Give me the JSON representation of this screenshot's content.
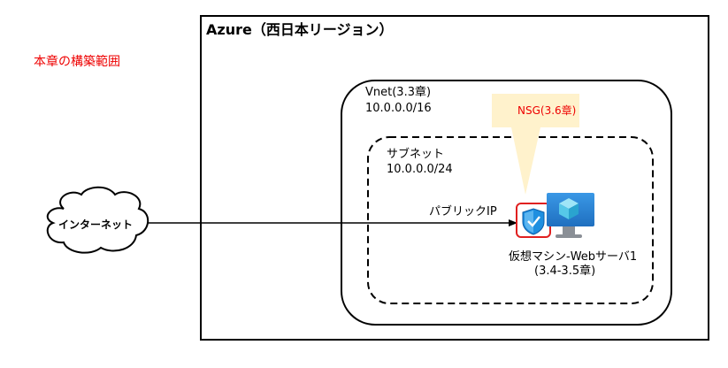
{
  "diagram": {
    "azure_label": "Azure（西日本リージョン）",
    "scope_label": "本章の構築範囲",
    "vnet": {
      "name": "Vnet(3.3章)",
      "cidr": "10.0.0.0/16"
    },
    "subnet": {
      "name": "サブネット",
      "cidr": "10.0.0.0/24"
    },
    "public_ip_label": "パブリックIP",
    "vm": {
      "line1": "仮想マシン-Webサーバ1",
      "line2": "(3.4-3.5章)"
    },
    "nsg_label": "NSG(3.6章)",
    "internet_label": "インターネット"
  },
  "colors": {
    "scope": "#ee0000",
    "callout_fill": "#fff2cc",
    "shield": "#1f8fe0",
    "nsg_highlight": "#e02020",
    "monitor": "#2b7fd4",
    "cube": "#56c8e8"
  }
}
